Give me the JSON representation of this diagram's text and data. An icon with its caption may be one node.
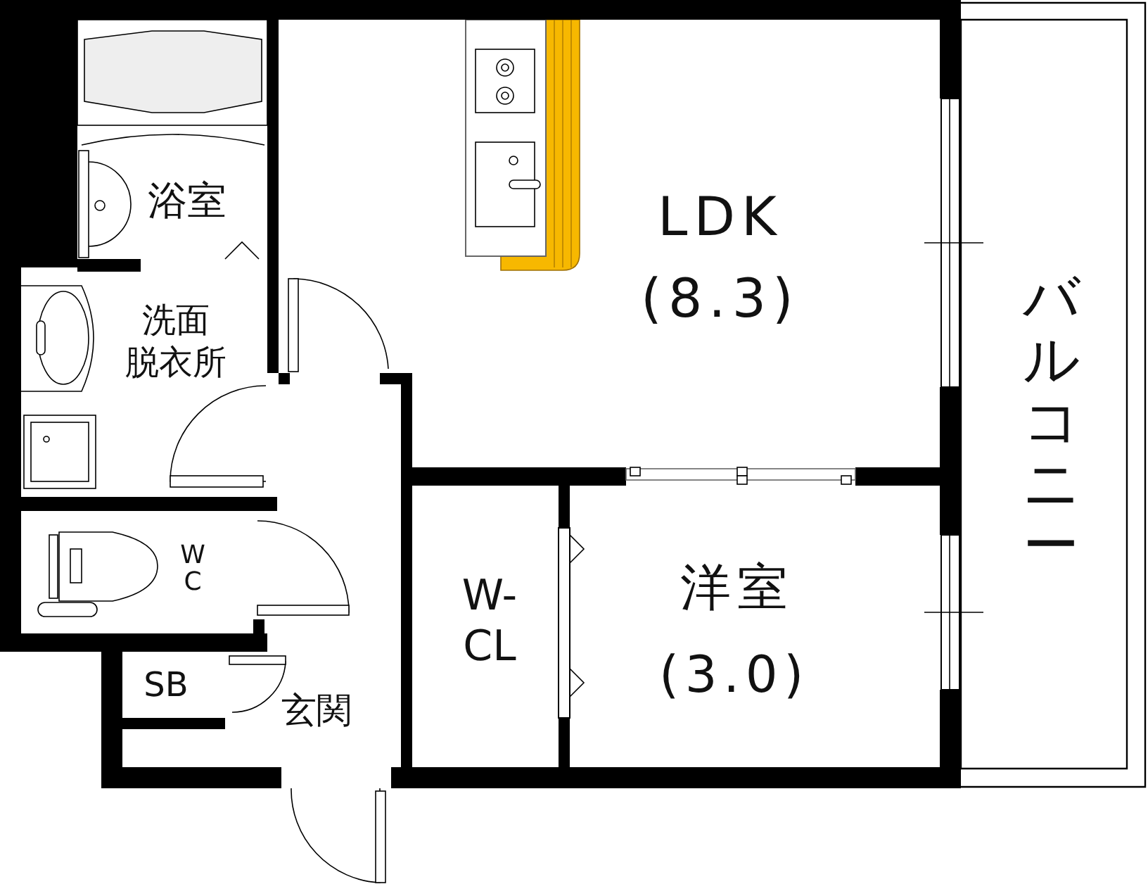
{
  "diagram": {
    "nodes": [
      {
        "text": [
          "浴室"
        ]
      },
      {
        "text": [
          "洗面",
          "脱衣所"
        ]
      },
      {
        "text": [
          "W C"
        ]
      },
      {
        "text": [
          "SB"
        ]
      },
      {
        "text": [
          "玄関"
        ]
      },
      {
        "text": [
          "LDK",
          "(8.3)"
        ]
      },
      {
        "text": [
          "W- CL"
        ]
      },
      {
        "text": [
          "洋室",
          "(3.0)"
        ]
      },
      {
        "text": [
          "バルコニー"
        ]
      }
    ]
  }
}
